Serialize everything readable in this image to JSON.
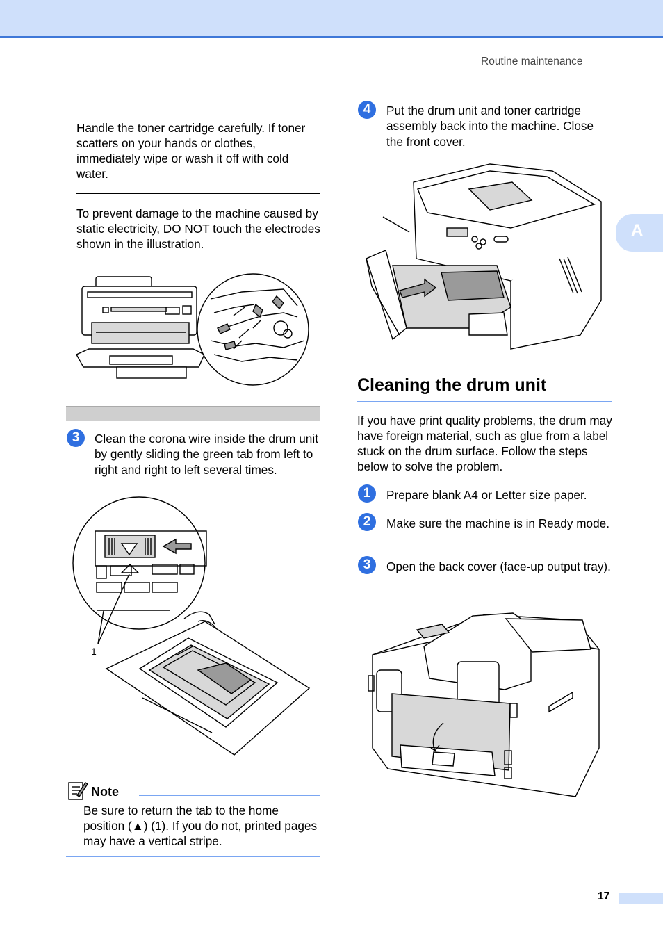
{
  "header": {
    "running_head": "Routine maintenance",
    "side_tab": "A"
  },
  "left": {
    "caution_text": "Handle the toner cartridge carefully. If toner scatters on your hands or clothes, immediately wipe or wash it off with cold water.",
    "important_text": "To prevent damage to the machine caused by static electricity, DO NOT touch the electrodes shown in the illustration.",
    "step3": {
      "num": "3",
      "text": "Clean the corona wire inside the drum unit by gently sliding the green tab from left to right and right to left several times."
    },
    "callout_label": "1",
    "note": {
      "title": "Note",
      "text": "Be sure to return the tab to the home position (▲) (1). If you do not, printed pages may have a vertical stripe."
    }
  },
  "right": {
    "step4": {
      "num": "4",
      "text": "Put the drum unit and toner cartridge assembly back into the machine. Close the front cover."
    },
    "section_heading": "Cleaning the drum unit",
    "intro": "If you have print quality problems, the drum may have foreign material, such as glue from a label stuck on the drum surface. Follow the steps below to solve the problem.",
    "steps": [
      {
        "num": "1",
        "text": "Prepare blank A4 or Letter size paper."
      },
      {
        "num": "2",
        "text": "Make sure the machine is in Ready mode."
      },
      {
        "num": "3",
        "text": "Open the back cover (face-up output tray)."
      }
    ]
  },
  "footer": {
    "page_number": "17"
  },
  "colors": {
    "accent": "#2f6fe0",
    "rule_blue": "#7aa6f2",
    "header_band": "#cfe0fb"
  }
}
